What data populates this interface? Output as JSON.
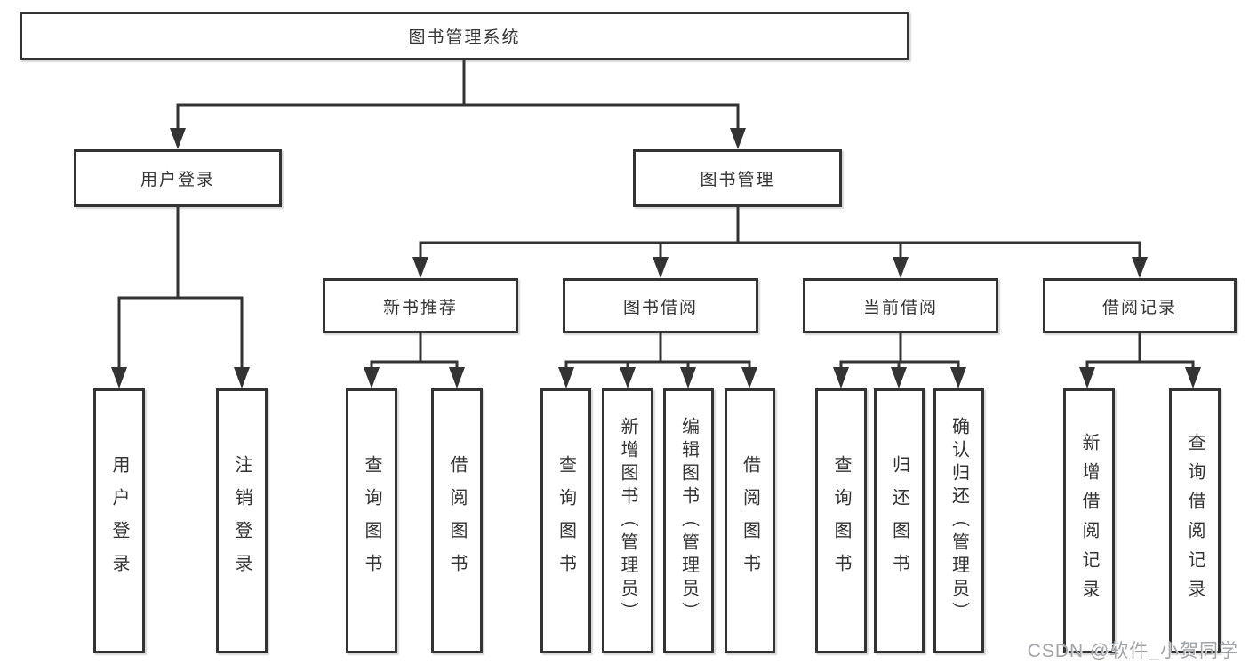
{
  "diagram": {
    "type": "hierarchy-tree",
    "root": {
      "label": "图书管理系统"
    },
    "level2": [
      {
        "label": "用户登录",
        "parent": "图书管理系统"
      },
      {
        "label": "图书管理",
        "parent": "图书管理系统"
      }
    ],
    "level3": [
      {
        "label": "新书推荐",
        "parent": "图书管理"
      },
      {
        "label": "图书借阅",
        "parent": "图书管理"
      },
      {
        "label": "当前借阅",
        "parent": "图书管理"
      },
      {
        "label": "借阅记录",
        "parent": "图书管理"
      }
    ],
    "leaves": [
      {
        "label": "用户登录",
        "parent": "用户登录"
      },
      {
        "label": "注销登录",
        "parent": "用户登录"
      },
      {
        "label": "查询图书",
        "parent": "新书推荐"
      },
      {
        "label": "借阅图书",
        "parent": "新书推荐"
      },
      {
        "label": "查询图书",
        "parent": "图书借阅"
      },
      {
        "label": "新增图书（管理员）",
        "parent": "图书借阅"
      },
      {
        "label": "编辑图书（管理员）",
        "parent": "图书借阅"
      },
      {
        "label": "借阅图书",
        "parent": "图书借阅"
      },
      {
        "label": "查询图书",
        "parent": "当前借阅"
      },
      {
        "label": "归还图书",
        "parent": "当前借阅"
      },
      {
        "label": "确认归还（管理员）",
        "parent": "当前借阅"
      },
      {
        "label": "新增借阅记录",
        "parent": "借阅记录"
      },
      {
        "label": "查询借阅记录",
        "parent": "借阅记录"
      }
    ]
  },
  "watermark": {
    "text": "CSDN @软件_小贺同学"
  },
  "colors": {
    "line": "#333333",
    "box_border": "#333333",
    "box_background": "#ffffff",
    "text": "#333333",
    "page_background": "#ffffff",
    "watermark": "#a1a4a8"
  }
}
